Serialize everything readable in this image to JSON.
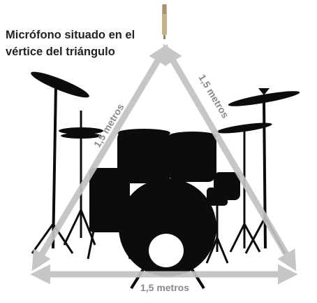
{
  "caption": {
    "line1": "Micrófono situado en el",
    "line2": "vértice del triángulo"
  },
  "measurements": {
    "left": "1,5 metros",
    "right": "1,5 metros",
    "bottom": "1,5 metros"
  },
  "colors": {
    "arrow": "#c2c2c2",
    "drums": "#0c0c0c",
    "text": "#222222",
    "label": "#8a8a8a",
    "microphone": "#c8b28a"
  }
}
